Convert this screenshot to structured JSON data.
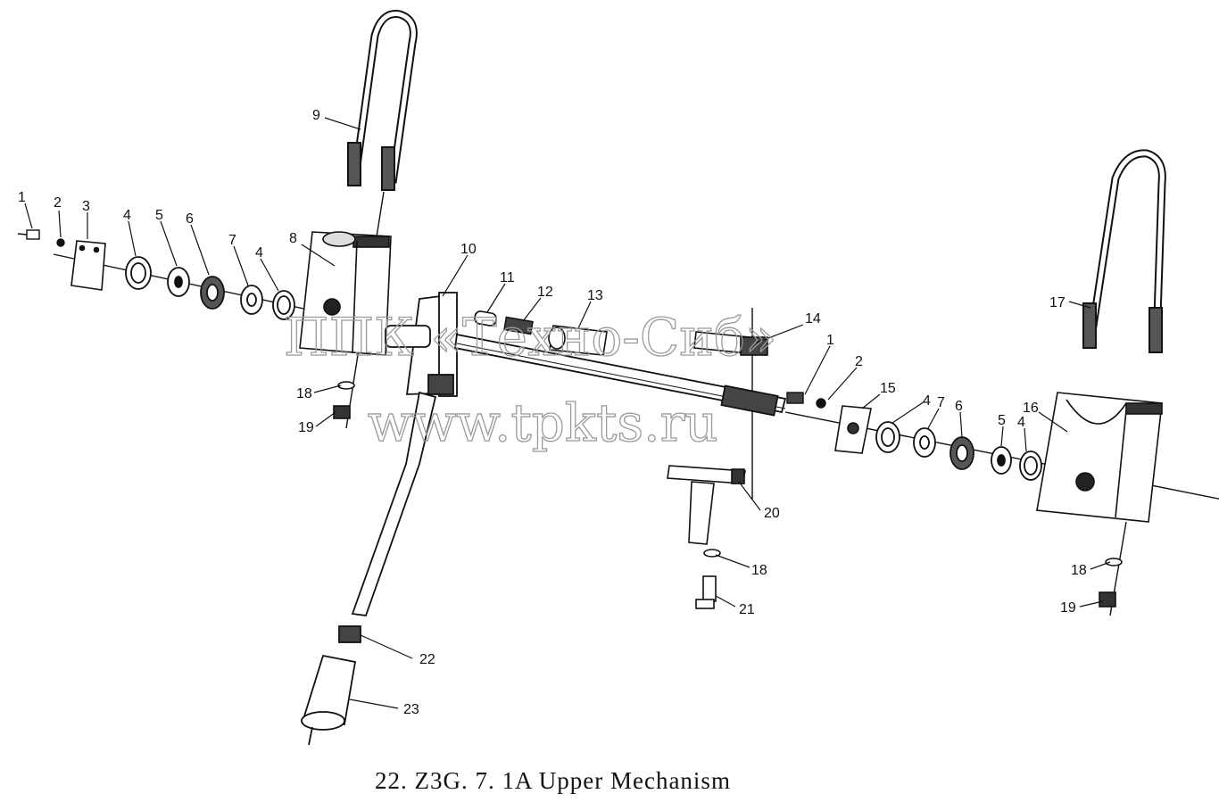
{
  "caption": "22. Z3G. 7. 1A   Upper Mechanism",
  "watermark": {
    "line1": "ППК «Техно-Сиб»",
    "line2": "www.tpkts.ru"
  },
  "callouts": {
    "c1a": "1",
    "c2a": "2",
    "c3": "3",
    "c4a": "4",
    "c5a": "5",
    "c6a": "6",
    "c7a": "7",
    "c4b": "4",
    "c8": "8",
    "c9": "9",
    "c10": "10",
    "c11": "11",
    "c12": "12",
    "c13": "13",
    "c14": "14",
    "c1b": "1",
    "c2b": "2",
    "c15": "15",
    "c4c": "4",
    "c7b": "7",
    "c6b": "6",
    "c5b": "5",
    "c4d": "4",
    "c16": "16",
    "c17": "17",
    "c18a": "18",
    "c19a": "19",
    "c20": "20",
    "c18b": "18",
    "c21": "21",
    "c22": "22",
    "c23": "23",
    "c18c": "18",
    "c19b": "19"
  },
  "colors": {
    "ink": "#111111",
    "watermark": "#9a9a9a"
  }
}
